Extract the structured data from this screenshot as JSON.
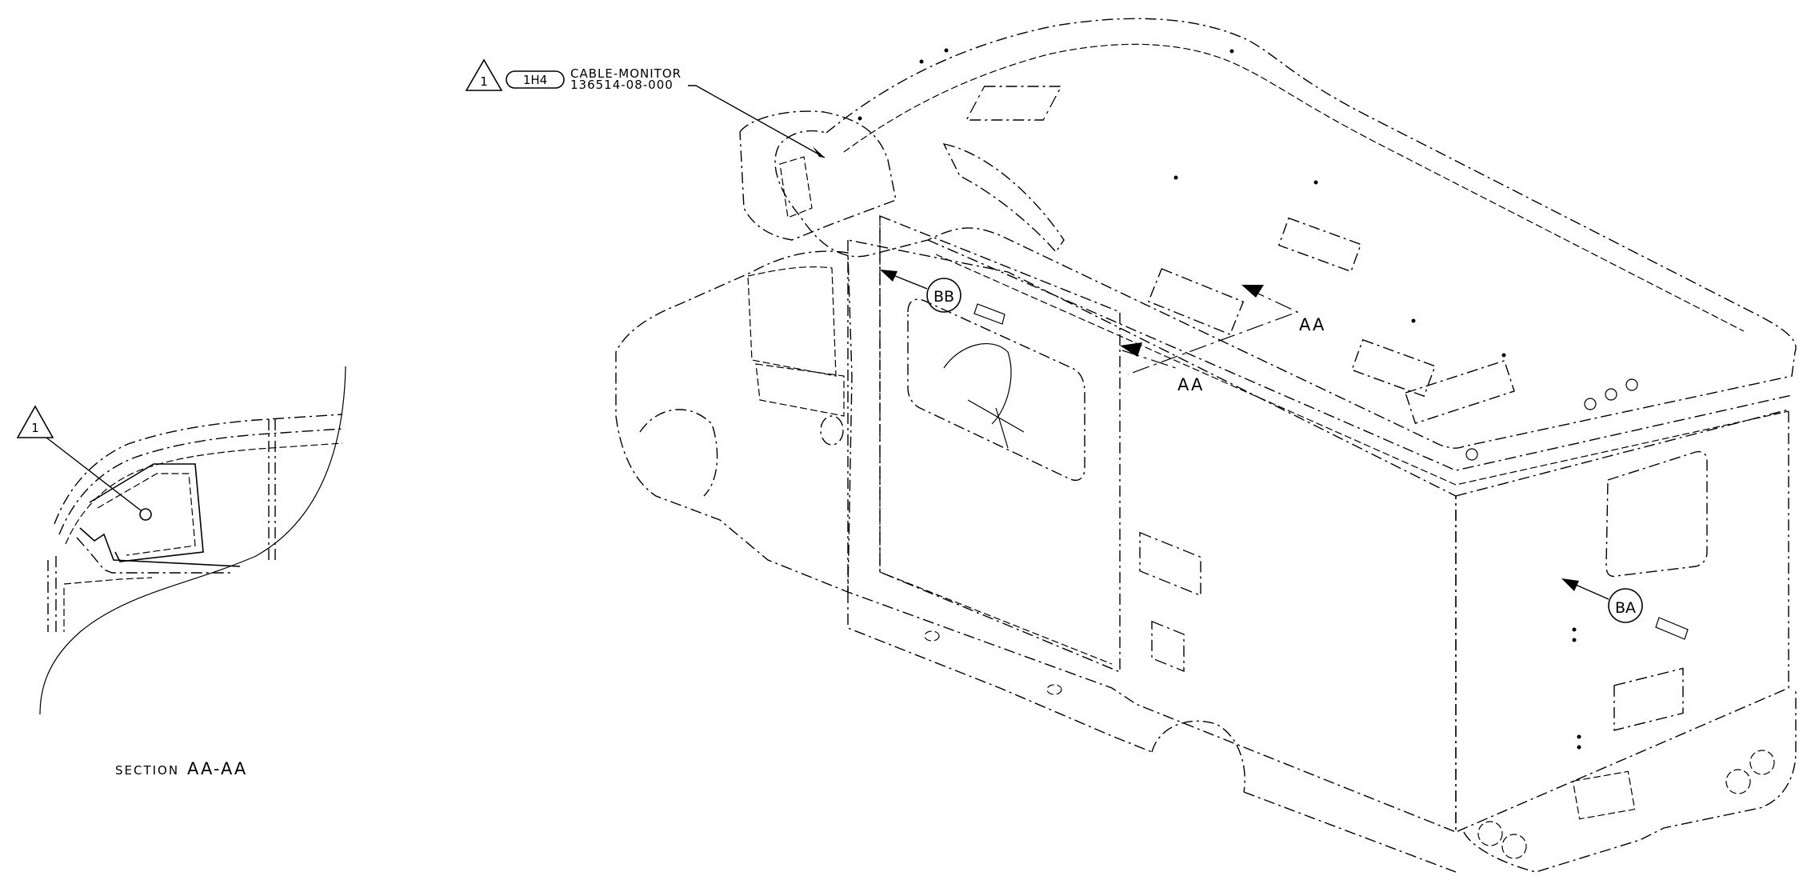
{
  "callout": {
    "revision_mark": "1",
    "find_number": "1H4",
    "part_name": "CABLE-MONITOR",
    "part_number": "136514-08-000"
  },
  "section": {
    "revision_mark": "1",
    "caption_prefix": "SECTION",
    "caption_id": "AA-AA"
  },
  "views": {
    "bb": "BB",
    "ba": "BA",
    "aa_upper": "AA",
    "aa_lower": "AA"
  }
}
